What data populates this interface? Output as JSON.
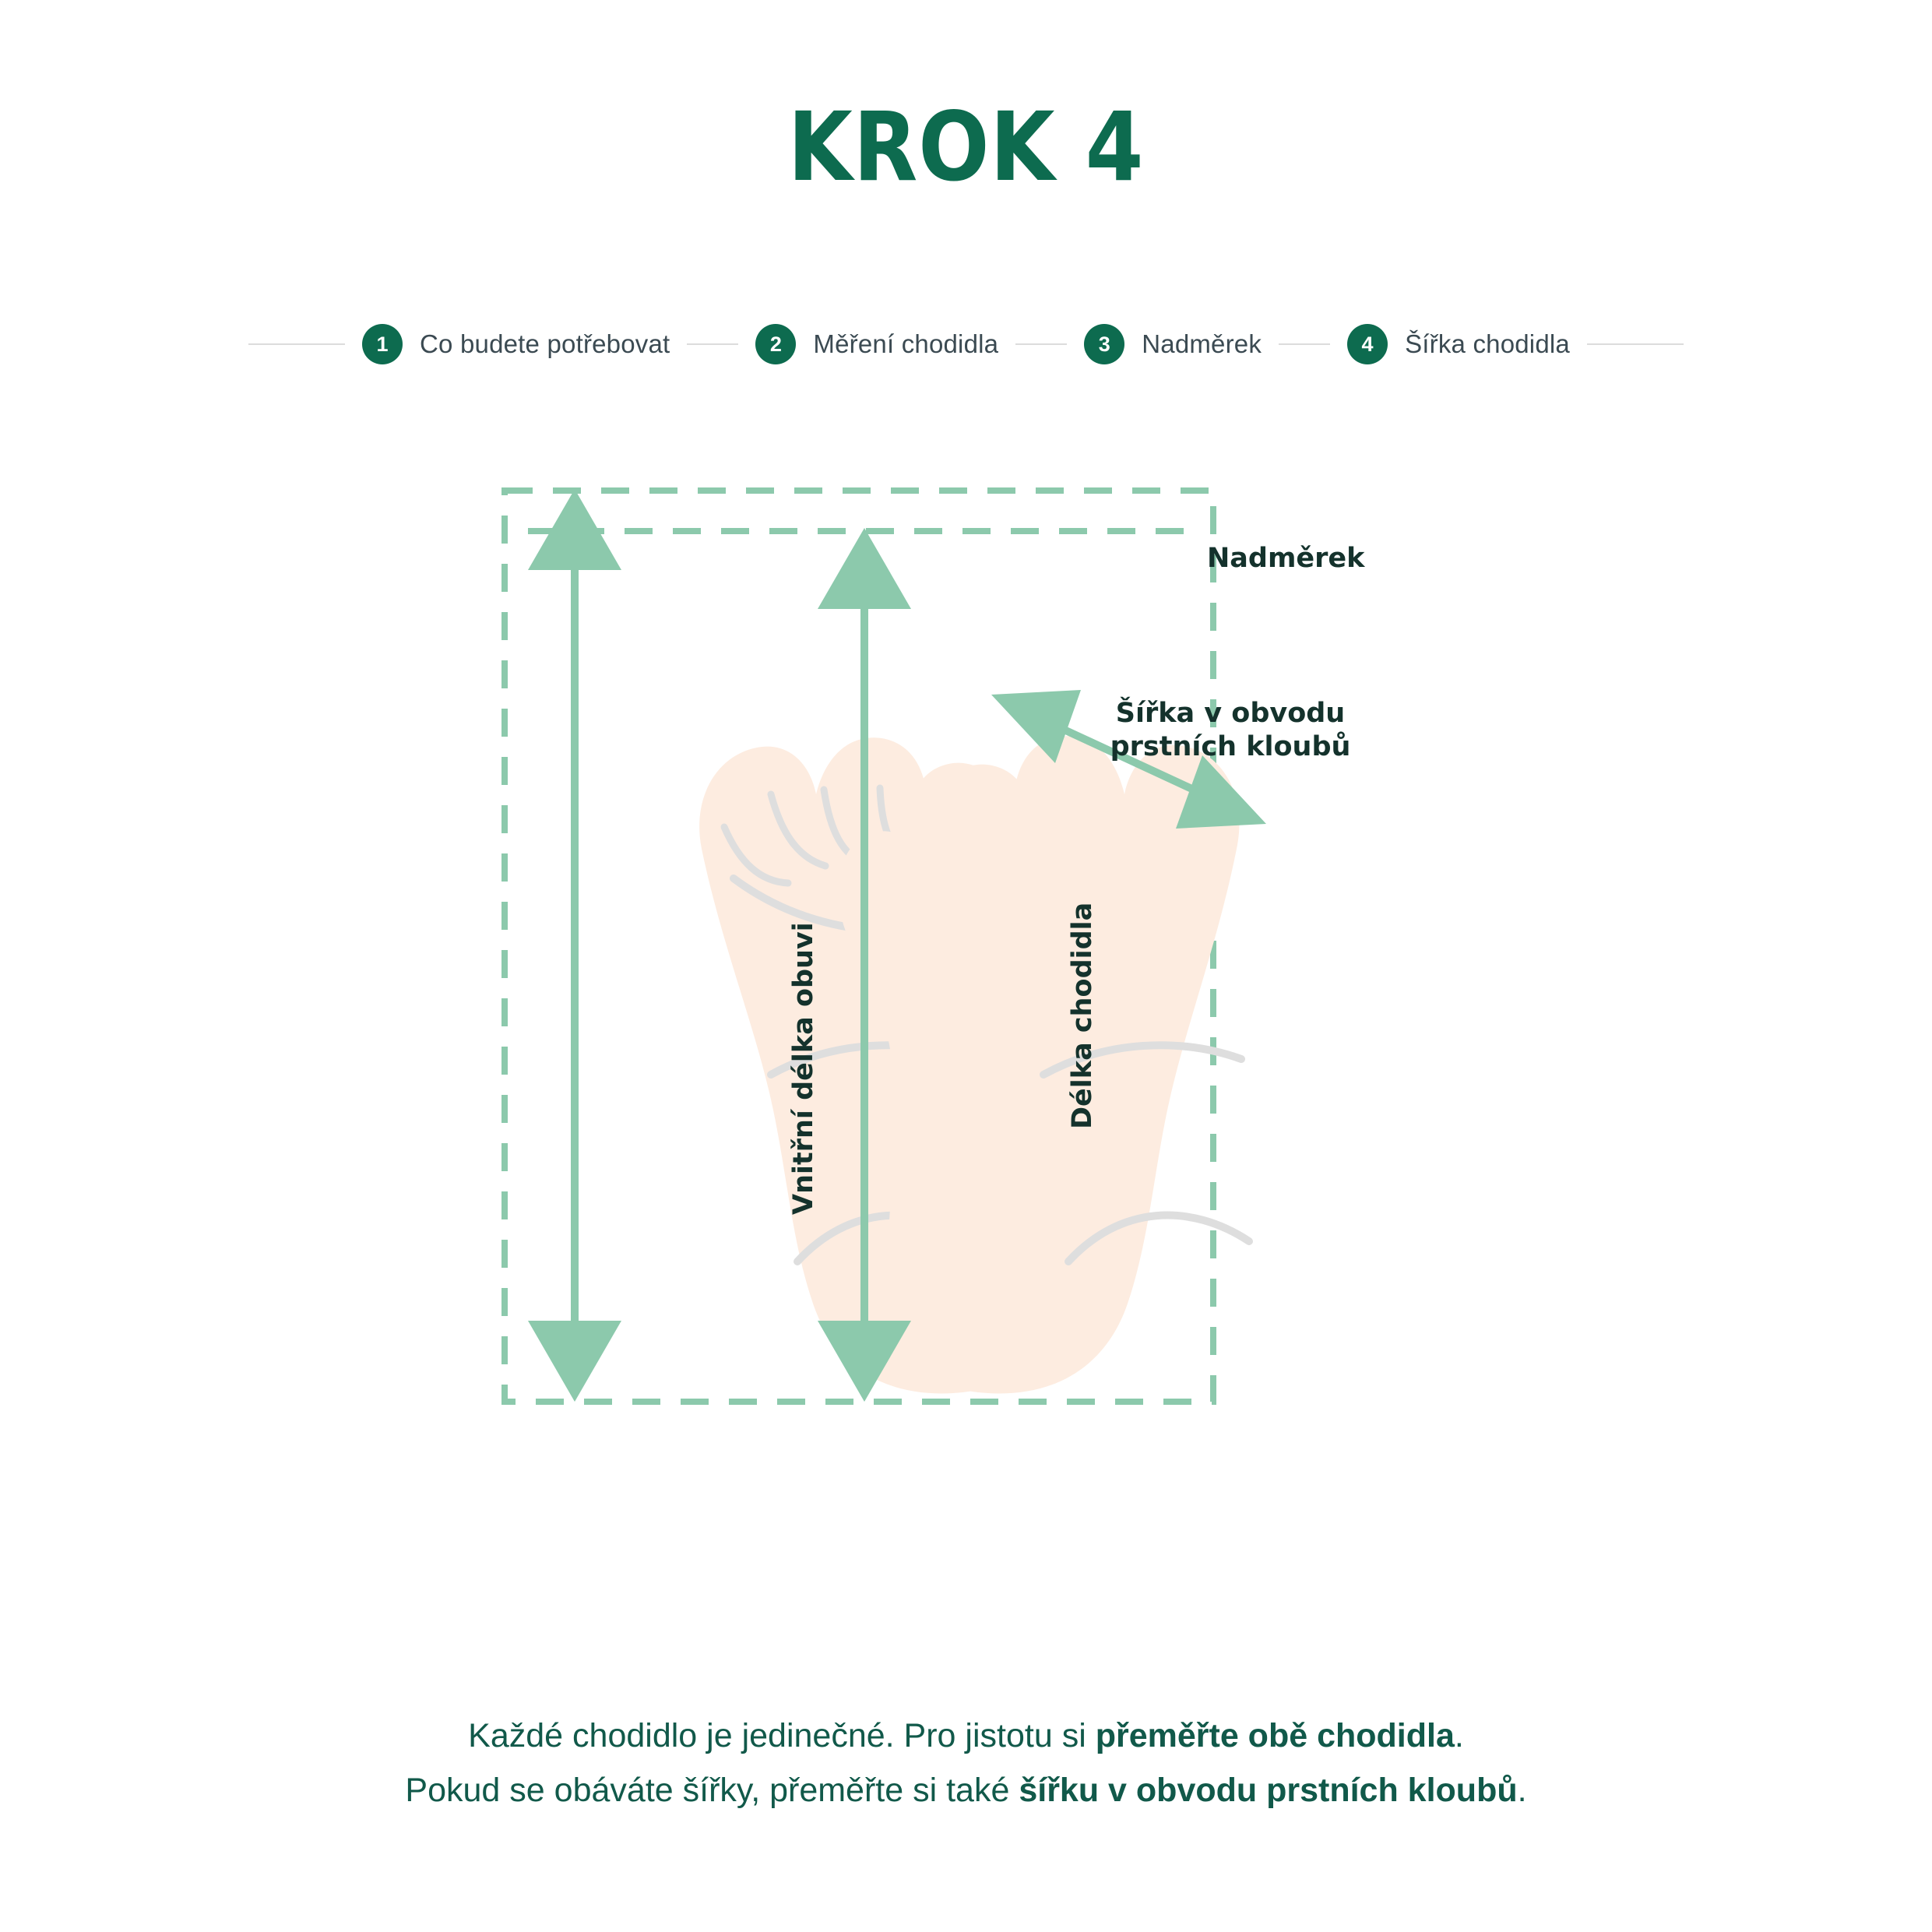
{
  "title": "KROK 4",
  "stepper": {
    "steps": [
      {
        "num": "1",
        "label": "Co budete potřebovat"
      },
      {
        "num": "2",
        "label": "Měření chodidla"
      },
      {
        "num": "3",
        "label": "Nadměrek"
      },
      {
        "num": "4",
        "label": "Šířka chodidla"
      }
    ]
  },
  "diagram": {
    "labels": {
      "nadmerek": "Nadměrek",
      "sirka_line1": "Šířka v obvodu",
      "sirka_line2": "prstních kloubů",
      "vnitrni_delka": "Vnitřní délka obuvi",
      "delka_chodidla": "Délka chodidla"
    },
    "colors": {
      "arrow_green": "#8cc9ac",
      "dashed_green": "#8cc9ac",
      "foot_fill": "#fdece0",
      "foot_line": "#d8d8d8",
      "label_dark": "#14322c"
    }
  },
  "footer": {
    "line1_a": "Každé chodidlo je jedinečné. Pro jistotu si ",
    "line1_b": "přeměřte obě chodidla",
    "line1_c": ".",
    "line2_a": "Pokud se obáváte šířky, přeměřte si také ",
    "line2_b": "šířku v obvodu prstních kloubů",
    "line2_c": "."
  },
  "theme": {
    "brand_green": "#0d6b4f",
    "text_gray": "#3b4a52",
    "rule_gray": "#dcdcdc",
    "footer_green": "#11594a"
  }
}
